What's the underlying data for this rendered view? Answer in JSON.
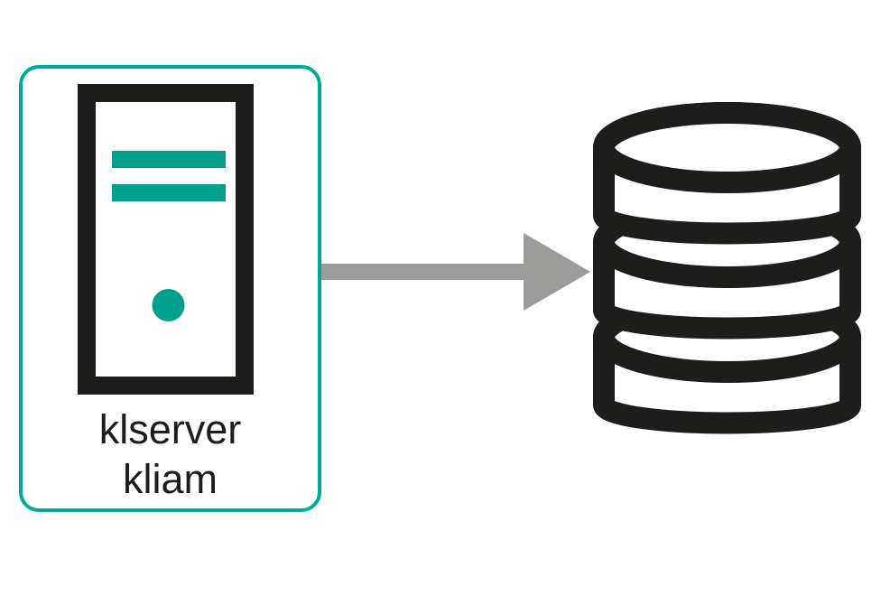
{
  "node": {
    "label_line1": "klserver",
    "label_line2": "kliam"
  },
  "icons": {
    "server": "tower-server-icon",
    "database": "database-stack-icon",
    "connector": "right-arrow"
  },
  "colors": {
    "teal": "#00a08a",
    "teal-border": "#00aa9b",
    "ink": "#1d1d1b",
    "arrow-gray": "#9c9c9b",
    "background": "#ffffff"
  }
}
